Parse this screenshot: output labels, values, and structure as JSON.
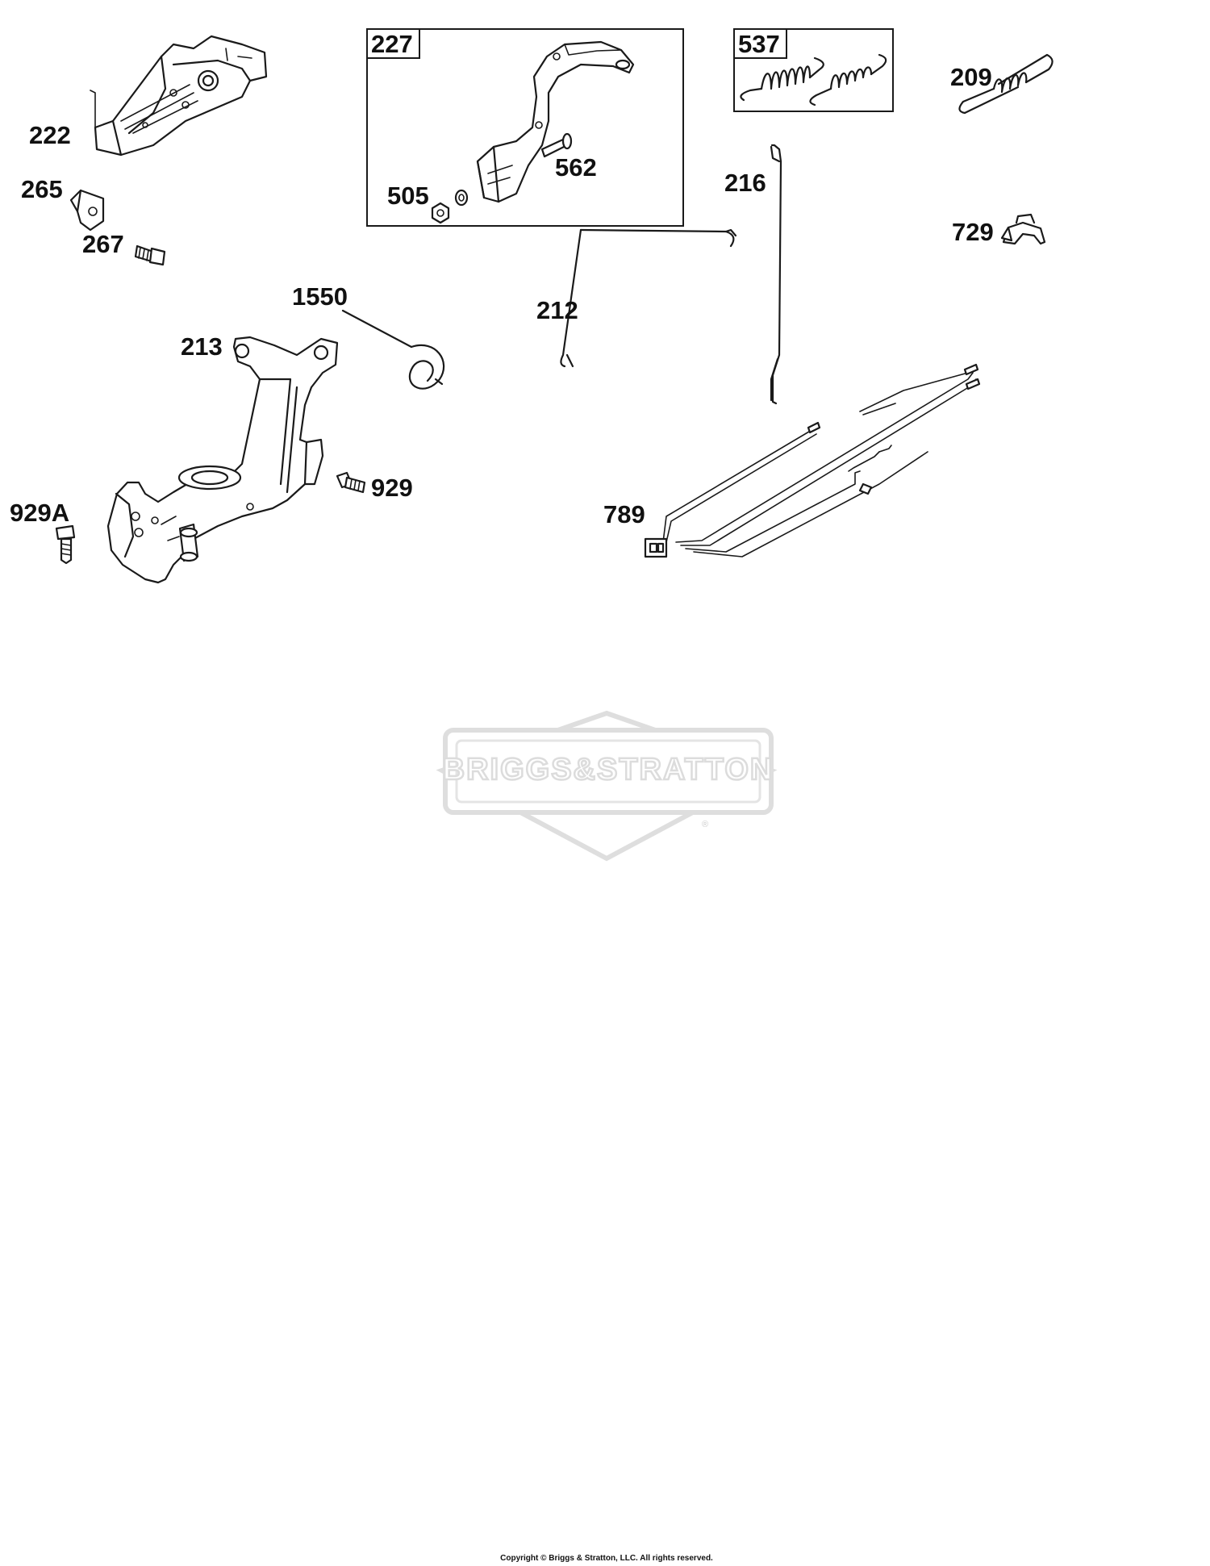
{
  "parts": {
    "p222": "222",
    "p265": "265",
    "p267": "267",
    "p227": "227",
    "p562": "562",
    "p505": "505",
    "p537": "537",
    "p209": "209",
    "p216": "216",
    "p729": "729",
    "p212": "212",
    "p1550": "1550",
    "p213": "213",
    "p929": "929",
    "p929a": "929A",
    "p789": "789"
  },
  "watermark": {
    "text": "BRIGGS&STRATTON",
    "mark": "®"
  },
  "copyright": "Copyright © Briggs & Stratton, LLC. All rights reserved."
}
